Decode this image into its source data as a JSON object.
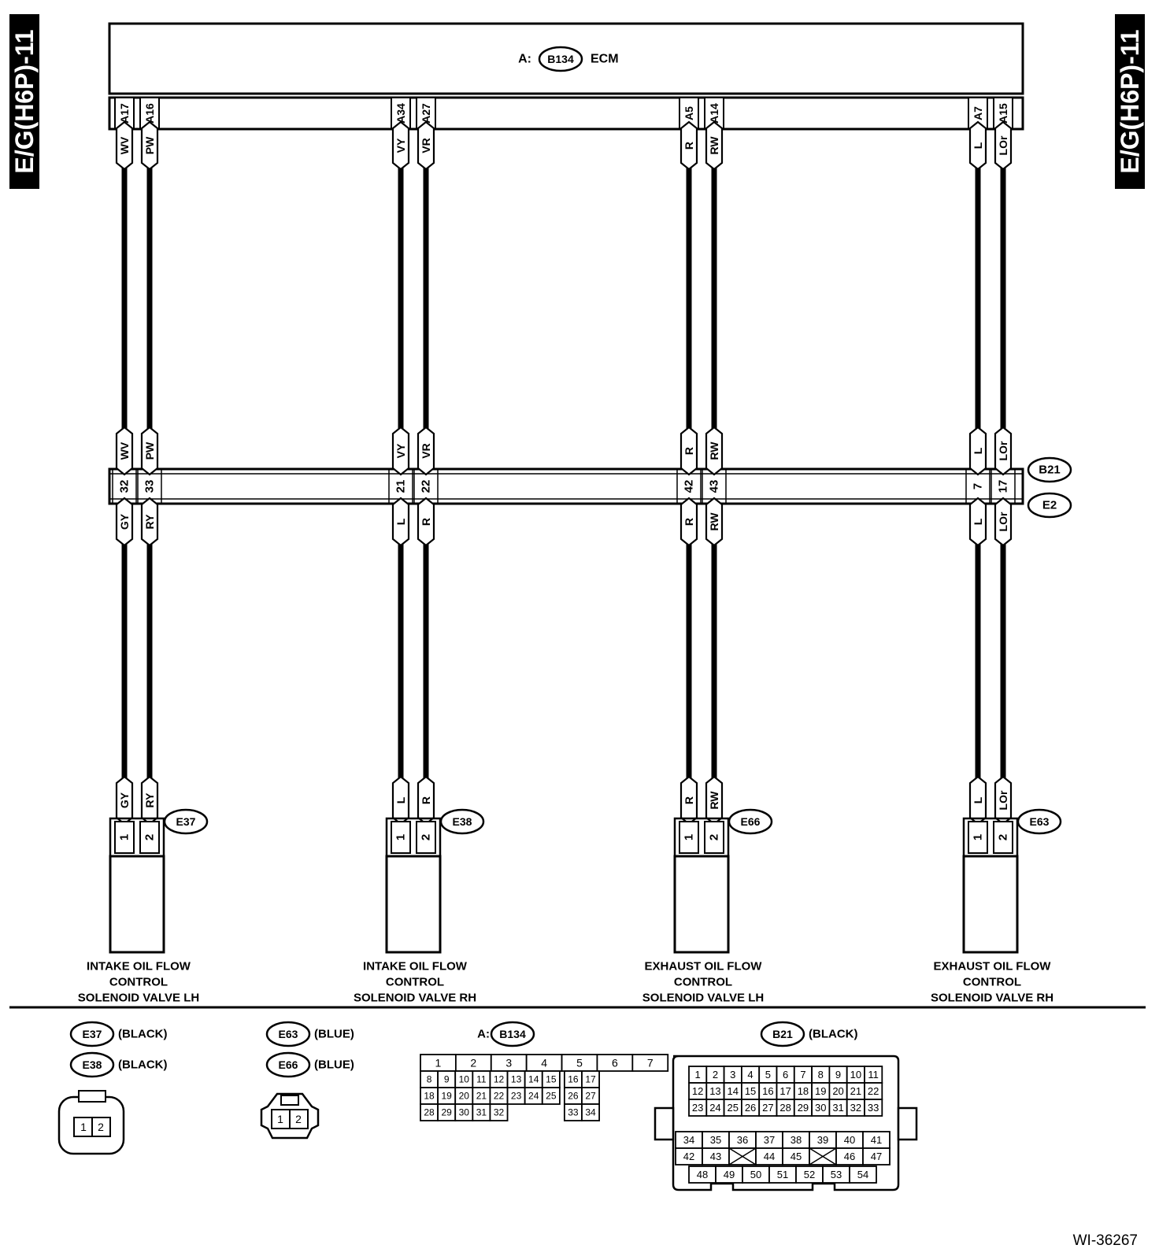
{
  "side_tab": "E/G(H6P)-11",
  "ecm": {
    "connector_prefix": "A:",
    "connector": "B134",
    "label": "ECM"
  },
  "junction": {
    "upper": "B21",
    "lower": "E2"
  },
  "groups": [
    {
      "wires": [
        {
          "ecm_pin": "A17",
          "color_top": "WV",
          "junction_pin": "32",
          "color_bottom": "GY",
          "valve_pin": "1"
        },
        {
          "ecm_pin": "A16",
          "color_top": "PW",
          "junction_pin": "33",
          "color_bottom": "RY",
          "valve_pin": "2"
        }
      ],
      "connector": "E37",
      "label_lines": [
        "INTAKE OIL FLOW",
        "CONTROL",
        "SOLENOID VALVE LH"
      ]
    },
    {
      "wires": [
        {
          "ecm_pin": "A34",
          "color_top": "VY",
          "junction_pin": "21",
          "color_bottom": "L",
          "valve_pin": "1"
        },
        {
          "ecm_pin": "A27",
          "color_top": "VR",
          "junction_pin": "22",
          "color_bottom": "R",
          "valve_pin": "2"
        }
      ],
      "connector": "E38",
      "label_lines": [
        "INTAKE OIL FLOW",
        "CONTROL",
        "SOLENOID VALVE RH"
      ]
    },
    {
      "wires": [
        {
          "ecm_pin": "A5",
          "color_top": "R",
          "junction_pin": "42",
          "color_bottom": "R",
          "valve_pin": "1"
        },
        {
          "ecm_pin": "A14",
          "color_top": "RW",
          "junction_pin": "43",
          "color_bottom": "RW",
          "valve_pin": "2"
        }
      ],
      "connector": "E66",
      "label_lines": [
        "EXHAUST OIL FLOW",
        "CONTROL",
        "SOLENOID VALVE LH"
      ]
    },
    {
      "wires": [
        {
          "ecm_pin": "A7",
          "color_top": "L",
          "junction_pin": "7",
          "color_bottom": "L",
          "valve_pin": "1"
        },
        {
          "ecm_pin": "A15",
          "color_top": "LOr",
          "junction_pin": "17",
          "color_bottom": "LOr",
          "valve_pin": "2"
        }
      ],
      "connector": "E63",
      "label_lines": [
        "EXHAUST OIL FLOW",
        "CONTROL",
        "SOLENOID VALVE RH"
      ]
    }
  ],
  "legend": {
    "pair_a": [
      {
        "code": "E37",
        "color": "(BLACK)"
      },
      {
        "code": "E38",
        "color": "(BLACK)"
      }
    ],
    "pair_b": [
      {
        "code": "E63",
        "color": "(BLUE)"
      },
      {
        "code": "E66",
        "color": "(BLUE)"
      }
    ],
    "small_connector_pins": [
      "1",
      "2"
    ],
    "b134": {
      "prefix": "A:",
      "code": "B134",
      "rows": [
        [
          "1",
          "2",
          "3",
          "",
          "4",
          "5",
          "6",
          "7"
        ],
        [
          "8",
          "9",
          "10",
          "11",
          "12",
          "13",
          "14",
          "15",
          "",
          "16",
          "17"
        ],
        [
          "18",
          "19",
          "20",
          "21",
          "22",
          "23",
          "24",
          "25",
          "",
          "26",
          "27"
        ],
        [
          "28",
          "29",
          "30",
          "31",
          "32",
          "33",
          "34"
        ]
      ]
    },
    "b21": {
      "code": "B21",
      "color": "(BLACK)",
      "rows": [
        [
          "1",
          "2",
          "3",
          "4",
          "5",
          "6",
          "7",
          "8",
          "9",
          "10",
          "11"
        ],
        [
          "12",
          "13",
          "14",
          "15",
          "16",
          "17",
          "18",
          "19",
          "20",
          "21",
          "22"
        ],
        [
          "23",
          "24",
          "25",
          "26",
          "27",
          "28",
          "29",
          "30",
          "31",
          "32",
          "33"
        ],
        [
          "34",
          "35",
          "36",
          "37",
          "38",
          "39",
          "40",
          "41"
        ],
        [
          "42",
          "43",
          "44",
          "45",
          "46",
          "47"
        ],
        [
          "48",
          "49",
          "50",
          "51",
          "52",
          "53",
          "54"
        ]
      ]
    }
  },
  "figure_id": "WI-36267"
}
